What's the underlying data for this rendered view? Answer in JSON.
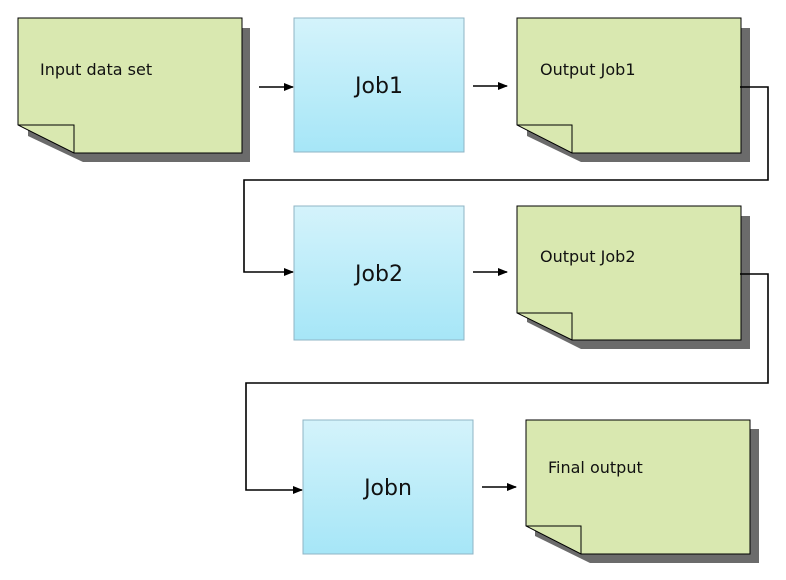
{
  "diagram": {
    "input": {
      "label": "Input data set"
    },
    "job1": {
      "label": "Job1"
    },
    "output1": {
      "label": "Output Job1"
    },
    "job2": {
      "label": "Job2"
    },
    "output2": {
      "label": "Output Job2"
    },
    "jobn": {
      "label": "Jobn"
    },
    "final": {
      "label": "Final output"
    }
  },
  "colors": {
    "document_fill": "#d9e8b0",
    "job_fill_top": "#d4f3fb",
    "job_fill_bottom": "#a6e6f7",
    "job_border": "#8fb4c4",
    "shadow": "#6b6b6b",
    "line": "#000000"
  }
}
